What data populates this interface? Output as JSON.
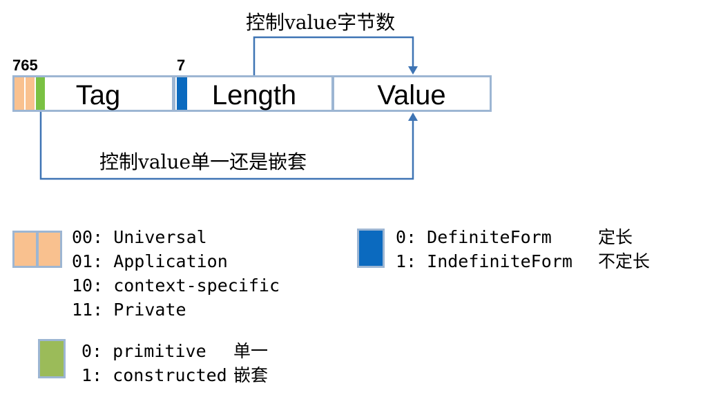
{
  "colors": {
    "class_bits": "#f9c18f",
    "pc_bit": "#7ac143",
    "length_bit": "#0b6abf",
    "primitive_legend": "#9bbb59",
    "box_border": "#9db6d3",
    "arrow": "#3e74b4"
  },
  "diagram": {
    "bit_labels_tag": "765",
    "bit_label_length": "7",
    "fields": {
      "tag": "Tag",
      "length": "Length",
      "value": "Value"
    },
    "top_annotation": "控制value字节数",
    "bottom_annotation": "控制value单一还是嵌套"
  },
  "legend": {
    "class": {
      "lines": [
        "00: Universal",
        "01: Application",
        "10: context-specific",
        "11: Private"
      ]
    },
    "pc": {
      "lines": [
        "0: primitive",
        "1: constructed"
      ],
      "meanings": [
        "单一",
        "嵌套"
      ]
    },
    "length_form": {
      "lines": [
        "0: DefiniteForm",
        "1: IndefiniteForm"
      ],
      "meanings": [
        "定长",
        "不定长"
      ]
    }
  }
}
